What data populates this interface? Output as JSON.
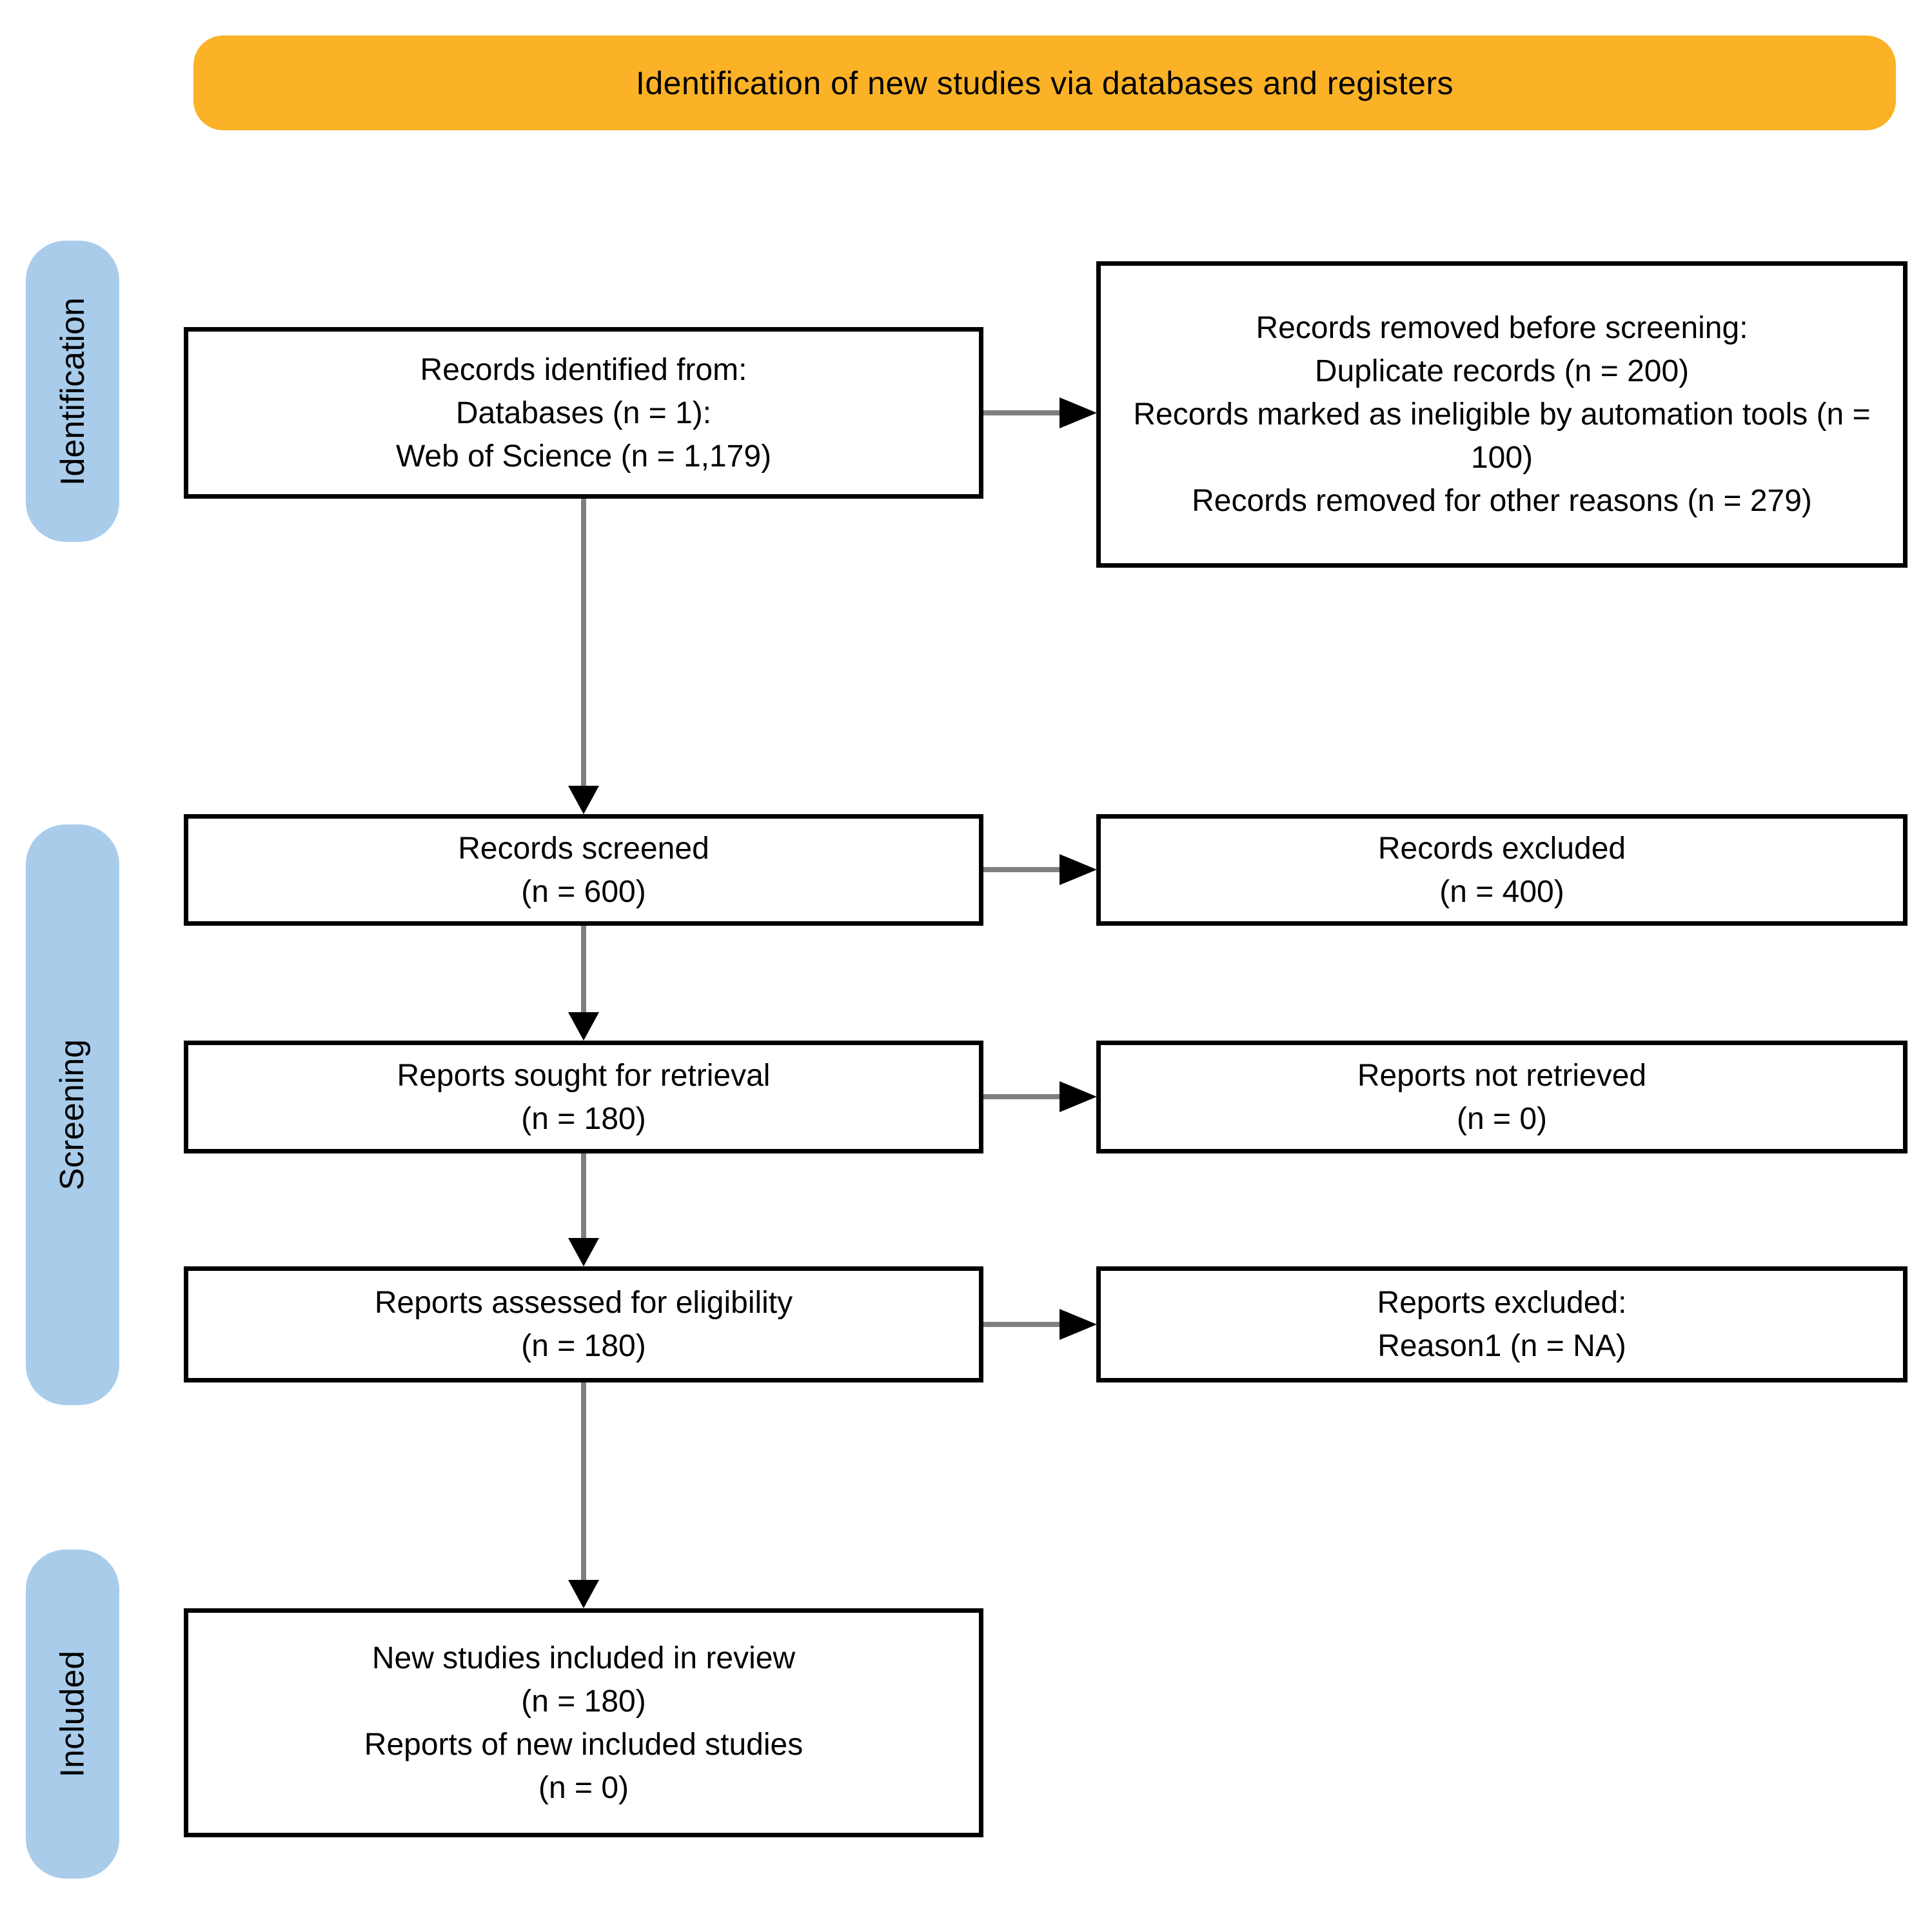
{
  "colors": {
    "banner": "#FBB226",
    "band": "#A9CCEB",
    "line": "#7F7F7F",
    "border": "#000000",
    "background": "#FFFFFF"
  },
  "banner": {
    "title": "Identification of new studies via databases and registers"
  },
  "sidebar": {
    "bands": [
      {
        "label": "Identification"
      },
      {
        "label": "Screening"
      },
      {
        "label": "Included"
      }
    ]
  },
  "boxes": {
    "records_identified": {
      "text": "Records identified from:\nDatabases (n = 1):\nWeb of Science (n = 1,179)"
    },
    "records_removed": {
      "text": "Records removed before screening:\nDuplicate records (n = 200)\nRecords marked as ineligible by automation tools (n = 100)\nRecords removed for other reasons (n = 279)"
    },
    "records_screened": {
      "text": "Records screened\n(n = 600)"
    },
    "records_excluded": {
      "text": "Records excluded\n(n = 400)"
    },
    "reports_sought": {
      "text": "Reports sought for retrieval\n(n = 180)"
    },
    "reports_not_retrieved": {
      "text": "Reports not retrieved\n(n = 0)"
    },
    "reports_assessed": {
      "text": "Reports assessed for eligibility\n(n = 180)"
    },
    "reports_excluded": {
      "text": "Reports excluded:\nReason1 (n = NA)"
    },
    "new_studies": {
      "text": "New studies included in review\n(n = 180)\nReports of new included studies\n(n = 0)"
    }
  }
}
